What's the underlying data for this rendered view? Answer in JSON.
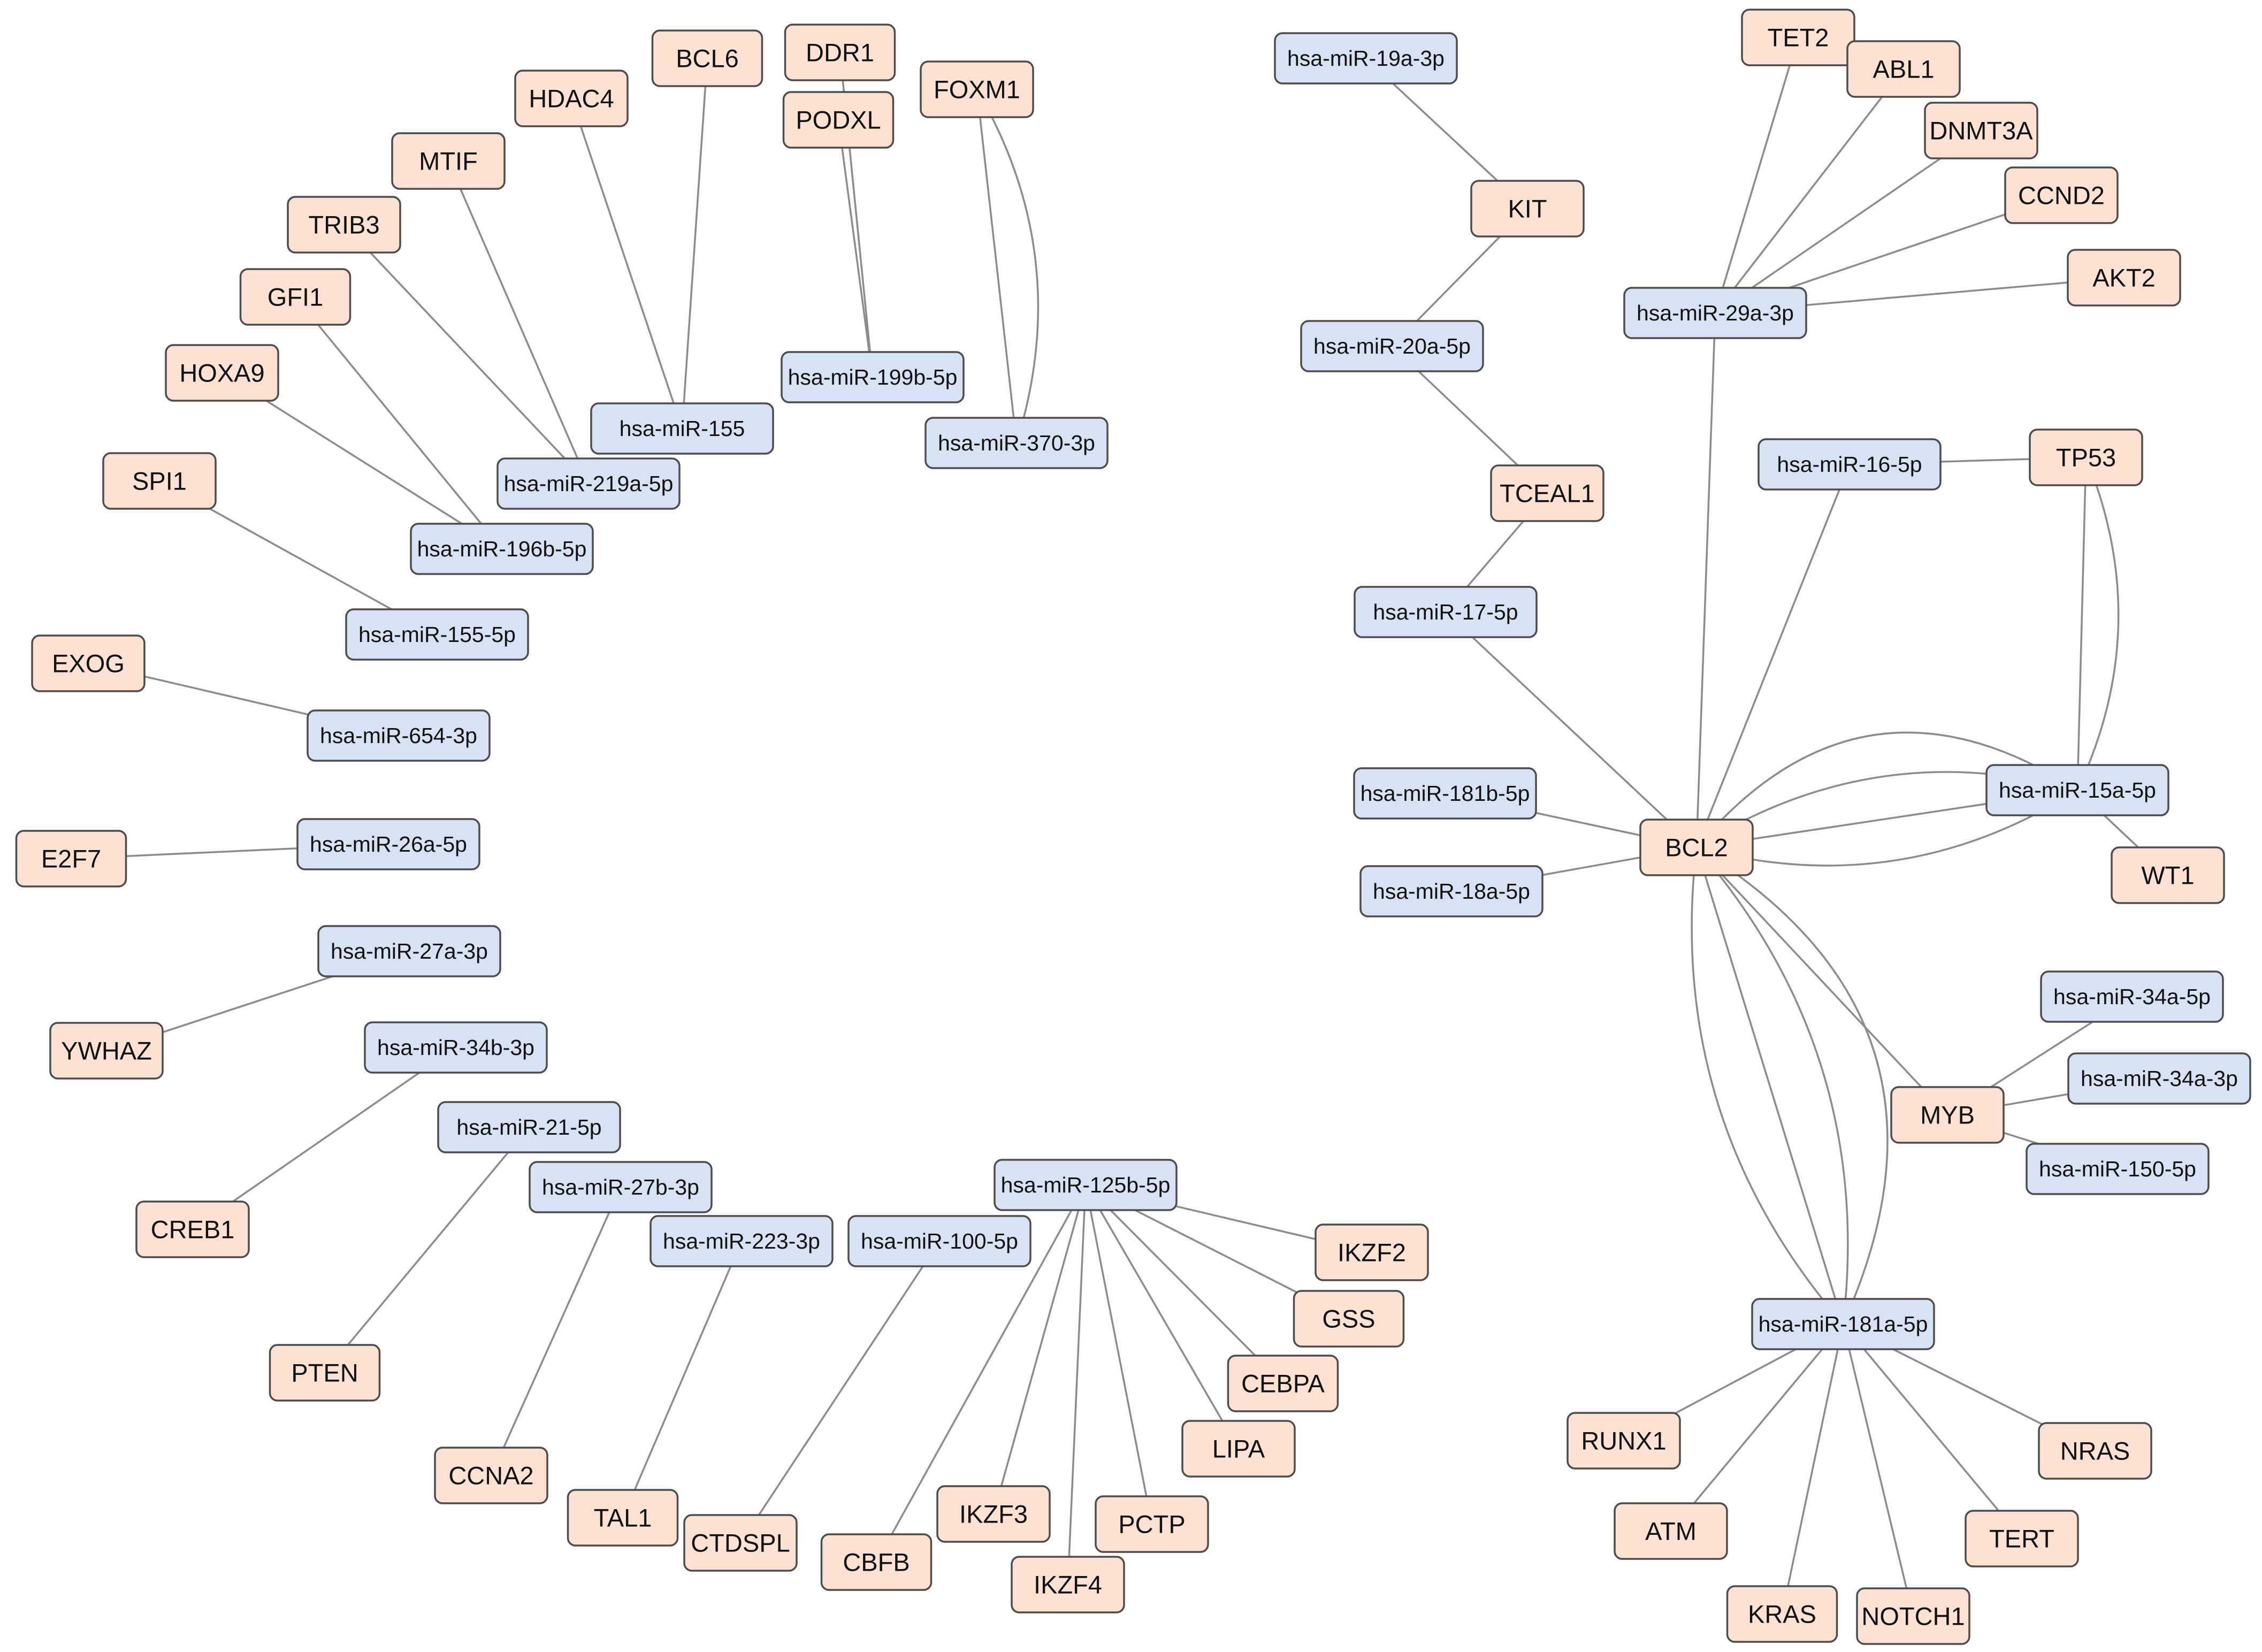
{
  "colors": {
    "gene_fill": "#fde2d4",
    "mirna_fill": "#d7e3f4",
    "edge": "#8c8c8c",
    "border": "#4d4d4d"
  },
  "nodes": [
    {
      "id": "BCL6",
      "label": "BCL6",
      "type": "gene"
    },
    {
      "id": "DDR1",
      "label": "DDR1",
      "type": "gene"
    },
    {
      "id": "HDAC4",
      "label": "HDAC4",
      "type": "gene"
    },
    {
      "id": "PODXL",
      "label": "PODXL",
      "type": "gene"
    },
    {
      "id": "FOXM1",
      "label": "FOXM1",
      "type": "gene"
    },
    {
      "id": "MTIF",
      "label": "MTIF",
      "type": "gene"
    },
    {
      "id": "TRIB3",
      "label": "TRIB3",
      "type": "gene"
    },
    {
      "id": "GFI1",
      "label": "GFI1",
      "type": "gene"
    },
    {
      "id": "HOXA9",
      "label": "HOXA9",
      "type": "gene"
    },
    {
      "id": "SPI1",
      "label": "SPI1",
      "type": "gene"
    },
    {
      "id": "EXOG",
      "label": "EXOG",
      "type": "gene"
    },
    {
      "id": "E2F7",
      "label": "E2F7",
      "type": "gene"
    },
    {
      "id": "YWHAZ",
      "label": "YWHAZ",
      "type": "gene"
    },
    {
      "id": "CREB1",
      "label": "CREB1",
      "type": "gene"
    },
    {
      "id": "PTEN",
      "label": "PTEN",
      "type": "gene"
    },
    {
      "id": "CCNA2",
      "label": "CCNA2",
      "type": "gene"
    },
    {
      "id": "TAL1",
      "label": "TAL1",
      "type": "gene"
    },
    {
      "id": "CTDSPL",
      "label": "CTDSPL",
      "type": "gene"
    },
    {
      "id": "CBFB",
      "label": "CBFB",
      "type": "gene"
    },
    {
      "id": "IKZF3",
      "label": "IKZF3",
      "type": "gene"
    },
    {
      "id": "IKZF4",
      "label": "IKZF4",
      "type": "gene"
    },
    {
      "id": "PCTP",
      "label": "PCTP",
      "type": "gene"
    },
    {
      "id": "LIPA",
      "label": "LIPA",
      "type": "gene"
    },
    {
      "id": "CEBPA",
      "label": "CEBPA",
      "type": "gene"
    },
    {
      "id": "GSS",
      "label": "GSS",
      "type": "gene"
    },
    {
      "id": "IKZF2",
      "label": "IKZF2",
      "type": "gene"
    },
    {
      "id": "KIT",
      "label": "KIT",
      "type": "gene"
    },
    {
      "id": "TCEAL1",
      "label": "TCEAL1",
      "type": "gene"
    },
    {
      "id": "TET2",
      "label": "TET2",
      "type": "gene"
    },
    {
      "id": "ABL1",
      "label": "ABL1",
      "type": "gene"
    },
    {
      "id": "DNMT3A",
      "label": "DNMT3A",
      "type": "gene"
    },
    {
      "id": "CCND2",
      "label": "CCND2",
      "type": "gene"
    },
    {
      "id": "AKT2",
      "label": "AKT2",
      "type": "gene"
    },
    {
      "id": "TP53",
      "label": "TP53",
      "type": "gene"
    },
    {
      "id": "BCL2",
      "label": "BCL2",
      "type": "gene"
    },
    {
      "id": "WT1",
      "label": "WT1",
      "type": "gene"
    },
    {
      "id": "MYB",
      "label": "MYB",
      "type": "gene"
    },
    {
      "id": "RUNX1",
      "label": "RUNX1",
      "type": "gene"
    },
    {
      "id": "NRAS",
      "label": "NRAS",
      "type": "gene"
    },
    {
      "id": "ATM",
      "label": "ATM",
      "type": "gene"
    },
    {
      "id": "TERT",
      "label": "TERT",
      "type": "gene"
    },
    {
      "id": "KRAS",
      "label": "KRAS",
      "type": "gene"
    },
    {
      "id": "NOTCH1",
      "label": "NOTCH1",
      "type": "gene"
    },
    {
      "id": "miR199b",
      "label": "hsa-miR-199b-5p",
      "type": "mirna"
    },
    {
      "id": "miR370",
      "label": "hsa-miR-370-3p",
      "type": "mirna"
    },
    {
      "id": "miR155",
      "label": "hsa-miR-155",
      "type": "mirna"
    },
    {
      "id": "miR219a",
      "label": "hsa-miR-219a-5p",
      "type": "mirna"
    },
    {
      "id": "miR196b",
      "label": "hsa-miR-196b-5p",
      "type": "mirna"
    },
    {
      "id": "miR155_5p",
      "label": "hsa-miR-155-5p",
      "type": "mirna"
    },
    {
      "id": "miR654",
      "label": "hsa-miR-654-3p",
      "type": "mirna"
    },
    {
      "id": "miR26a",
      "label": "hsa-miR-26a-5p",
      "type": "mirna"
    },
    {
      "id": "miR27a",
      "label": "hsa-miR-27a-3p",
      "type": "mirna"
    },
    {
      "id": "miR34b",
      "label": "hsa-miR-34b-3p",
      "type": "mirna"
    },
    {
      "id": "miR21",
      "label": "hsa-miR-21-5p",
      "type": "mirna"
    },
    {
      "id": "miR27b",
      "label": "hsa-miR-27b-3p",
      "type": "mirna"
    },
    {
      "id": "miR223",
      "label": "hsa-miR-223-3p",
      "type": "mirna"
    },
    {
      "id": "miR100",
      "label": "hsa-miR-100-5p",
      "type": "mirna"
    },
    {
      "id": "miR125b",
      "label": "hsa-miR-125b-5p",
      "type": "mirna"
    },
    {
      "id": "miR19a",
      "label": "hsa-miR-19a-3p",
      "type": "mirna"
    },
    {
      "id": "miR20a",
      "label": "hsa-miR-20a-5p",
      "type": "mirna"
    },
    {
      "id": "miR17",
      "label": "hsa-miR-17-5p",
      "type": "mirna"
    },
    {
      "id": "miR181b",
      "label": "hsa-miR-181b-5p",
      "type": "mirna"
    },
    {
      "id": "miR18a",
      "label": "hsa-miR-18a-5p",
      "type": "mirna"
    },
    {
      "id": "miR29a",
      "label": "hsa-miR-29a-3p",
      "type": "mirna"
    },
    {
      "id": "miR16",
      "label": "hsa-miR-16-5p",
      "type": "mirna"
    },
    {
      "id": "miR15a",
      "label": "hsa-miR-15a-5p",
      "type": "mirna"
    },
    {
      "id": "miR34a_5p",
      "label": "hsa-miR-34a-5p",
      "type": "mirna"
    },
    {
      "id": "miR34a_3p",
      "label": "hsa-miR-34a-3p",
      "type": "mirna"
    },
    {
      "id": "miR150",
      "label": "hsa-miR-150-5p",
      "type": "mirna"
    },
    {
      "id": "miR181a",
      "label": "hsa-miR-181a-5p",
      "type": "mirna"
    }
  ],
  "edges": [
    [
      "miR155",
      "BCL6"
    ],
    [
      "miR155",
      "HDAC4"
    ],
    [
      "miR199b",
      "DDR1"
    ],
    [
      "miR199b",
      "PODXL"
    ],
    [
      "miR370",
      "FOXM1"
    ],
    [
      "miR370",
      "FOXM1"
    ],
    [
      "miR219a",
      "MTIF"
    ],
    [
      "miR219a",
      "TRIB3"
    ],
    [
      "miR196b",
      "GFI1"
    ],
    [
      "miR196b",
      "HOXA9"
    ],
    [
      "miR155_5p",
      "SPI1"
    ],
    [
      "miR654",
      "EXOG"
    ],
    [
      "miR26a",
      "E2F7"
    ],
    [
      "miR27a",
      "YWHAZ"
    ],
    [
      "miR34b",
      "CREB1"
    ],
    [
      "miR21",
      "PTEN"
    ],
    [
      "miR27b",
      "CCNA2"
    ],
    [
      "miR223",
      "TAL1"
    ],
    [
      "miR100",
      "CTDSPL"
    ],
    [
      "miR125b",
      "CBFB"
    ],
    [
      "miR125b",
      "IKZF3"
    ],
    [
      "miR125b",
      "IKZF4"
    ],
    [
      "miR125b",
      "PCTP"
    ],
    [
      "miR125b",
      "LIPA"
    ],
    [
      "miR125b",
      "CEBPA"
    ],
    [
      "miR125b",
      "GSS"
    ],
    [
      "miR125b",
      "IKZF2"
    ],
    [
      "miR19a",
      "KIT"
    ],
    [
      "miR20a",
      "KIT"
    ],
    [
      "miR20a",
      "TCEAL1"
    ],
    [
      "miR17",
      "TCEAL1"
    ],
    [
      "miR17",
      "BCL2"
    ],
    [
      "miR29a",
      "TET2"
    ],
    [
      "miR29a",
      "ABL1"
    ],
    [
      "miR29a",
      "DNMT3A"
    ],
    [
      "miR29a",
      "CCND2"
    ],
    [
      "miR29a",
      "AKT2"
    ],
    [
      "miR29a",
      "BCL2"
    ],
    [
      "miR16",
      "TP53"
    ],
    [
      "miR16",
      "BCL2"
    ],
    [
      "miR181b",
      "BCL2"
    ],
    [
      "miR18a",
      "BCL2"
    ],
    [
      "miR15a",
      "BCL2"
    ],
    [
      "miR15a",
      "BCL2"
    ],
    [
      "miR15a",
      "BCL2"
    ],
    [
      "miR15a",
      "BCL2"
    ],
    [
      "miR15a",
      "TP53"
    ],
    [
      "miR15a",
      "TP53"
    ],
    [
      "miR15a",
      "WT1"
    ],
    [
      "MYB",
      "BCL2"
    ],
    [
      "MYB",
      "miR34a_5p"
    ],
    [
      "MYB",
      "miR34a_3p"
    ],
    [
      "MYB",
      "miR150"
    ],
    [
      "miR181a",
      "BCL2"
    ],
    [
      "miR181a",
      "BCL2"
    ],
    [
      "miR181a",
      "BCL2"
    ],
    [
      "miR181a",
      "BCL2"
    ],
    [
      "miR181a",
      "RUNX1"
    ],
    [
      "miR181a",
      "ATM"
    ],
    [
      "miR181a",
      "KRAS"
    ],
    [
      "miR181a",
      "NOTCH1"
    ],
    [
      "miR181a",
      "TERT"
    ],
    [
      "miR181a",
      "NRAS"
    ]
  ]
}
